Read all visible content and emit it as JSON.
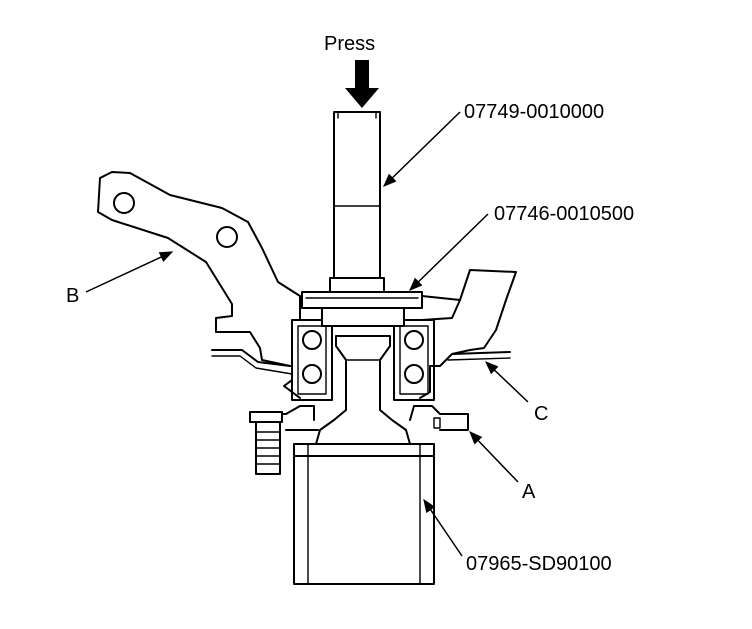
{
  "labels": {
    "press": "Press",
    "tool_driver": "07749-0010000",
    "tool_attachment": "07746-0010500",
    "label_b": "B",
    "label_c": "C",
    "label_a": "A",
    "tool_base": "07965-SD90100"
  }
}
